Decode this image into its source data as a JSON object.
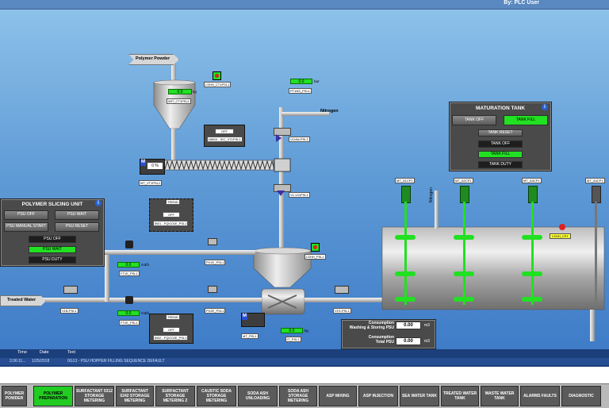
{
  "header": {
    "user": "By: PLC User"
  },
  "source": {
    "polymer_powder": "Polymer Powder",
    "treated_water": "Treated Water",
    "nitrogen": "Nitrogen",
    "nitrogen_vertical": "Nitrogen"
  },
  "hopper": {
    "weight_value": "0.0",
    "weight_unit": "kg",
    "weight_tag": "WIT_CT1PSL1",
    "level_tag": "LSHH_CT1PSL1"
  },
  "feeder": {
    "ctrl_state": "OFF",
    "ctrl_tag": "NIB03 - SIC_VT1PSL1",
    "motor_tag": "MT_VT1PSL1",
    "motor_value": "0",
    "motor_unit": "%"
  },
  "nitrogen_branch": {
    "pressure_value": "0.0",
    "pressure_unit": "bar",
    "pressure_tag": "PT1NS_PSL1",
    "valve1_tag": "V1NNi-PSL1",
    "valve2_tag": "V1-V11PSL1"
  },
  "flow1": {
    "trend_label": "TREND",
    "ctrl_state": "OFF",
    "ctrl_tag": "IB01 - FQIC01E_PSL1",
    "flow_value": "0.0",
    "flow_unit": "m3/h",
    "flow_tag": "FT1E_PSL1",
    "valve_tag": "PV1E_PSL1"
  },
  "flow2": {
    "trend_label": "TREND",
    "ctrl_state": "OFF",
    "ctrl_tag": "IB02 - FQIC02E_PSL1",
    "flow_value": "0.0",
    "flow_unit": "m3/h",
    "flow_tag": "FT2E_PSL1",
    "valve_tag": "PV2E_PSL1"
  },
  "inlet_valve": {
    "tag": "V1B-PSL1"
  },
  "outlet_valve": {
    "tag": "V1S-PSL1"
  },
  "mix_hopper": {
    "level_tag": "LSHH_PSL1",
    "motor_tag": "MT_PSL1",
    "weight_value": "0.0",
    "weight_unit": "kg",
    "weight_tag": "IT_PSL1"
  },
  "consumption": {
    "label1_line1": "Consumption",
    "label1_line2": "Washing & Storing PSU",
    "value1": "0.00",
    "unit1": "m3",
    "label2_line1": "Consumption",
    "label2_line2": "Total PSU",
    "value2": "0.00",
    "unit2": "m3"
  },
  "maturation": {
    "title": "MATURATION TANK",
    "info": "i",
    "btn_tank_off": "TANK OFF",
    "btn_tank_fill": "TANK FILL",
    "btn_tank_reset": "TANK RESET",
    "status_off": "TANK OFF",
    "status_fill": "TANK FILL",
    "status_duty": "TANK DUTY"
  },
  "slicing": {
    "title": "POLYMER SLICING UNIT",
    "info": "i",
    "btn_off": "PSU OFF",
    "btn_wait": "PSU WAIT",
    "btn_manual": "PSU MANUAL START",
    "btn_reset": "PSU RESET",
    "status_off": "PSU OFF",
    "status_wait": "PSU WAIT",
    "status_duty": "PSU DUTY"
  },
  "agitators": [
    {
      "tag": "MT_A1CP1"
    },
    {
      "tag": "MT_A2CP1"
    },
    {
      "tag": "MT_A3CP1"
    },
    {
      "tag": "MT_A4CP1"
    }
  ],
  "tank_level": {
    "tag": "LSHH_CP1"
  },
  "alarm": {
    "col_time": "Time",
    "col_date": "Date",
    "col_text": "Text",
    "time": "3:36:11...",
    "date": "1/25/2018",
    "text": "0G13 - PSU HOPPER FILLING SEQUENCE DEFAULT"
  },
  "nav": [
    {
      "label": "POLYMER POWDER"
    },
    {
      "label": "POLYMER PREPARATION"
    },
    {
      "label": "SURFACTANT 0312 STORAGE METERING"
    },
    {
      "label": "SURFACTANT 0242 STORAGE METERING"
    },
    {
      "label": "SURFACTANT STORAGE METERING 2"
    },
    {
      "label": "CAUSTIC SODA STORAGE METERING"
    },
    {
      "label": "SODA ASH UNLOADING"
    },
    {
      "label": "SODA ASH STORAGE METERING"
    },
    {
      "label": "ASP MIXING"
    },
    {
      "label": "ASP INJECTION"
    },
    {
      "label": "SEA WATER TANK"
    },
    {
      "label": "TREATED WATER TANK"
    },
    {
      "label": "WASTE WATER TANK"
    },
    {
      "label": "ALARMS FAULTS"
    },
    {
      "label": "DIAGNOSTIC"
    }
  ]
}
